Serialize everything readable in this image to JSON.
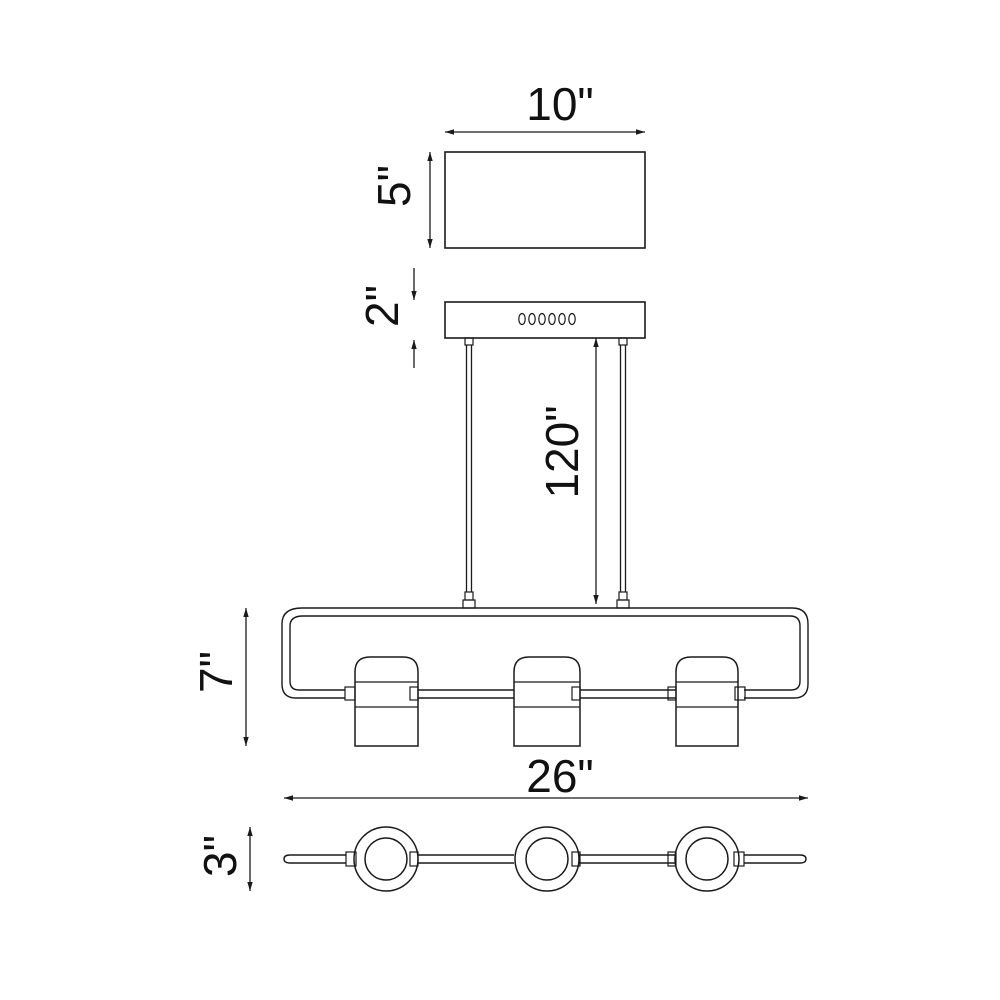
{
  "dimensions": {
    "canopy_width": "10\"",
    "canopy_height": "5\"",
    "plate_height": "2\"",
    "drop_length": "120\"",
    "fixture_height": "7\"",
    "fixture_width": "26\"",
    "fixture_depth": "3\""
  },
  "colors": {
    "line": "#1a1a1a",
    "background": "#ffffff"
  }
}
